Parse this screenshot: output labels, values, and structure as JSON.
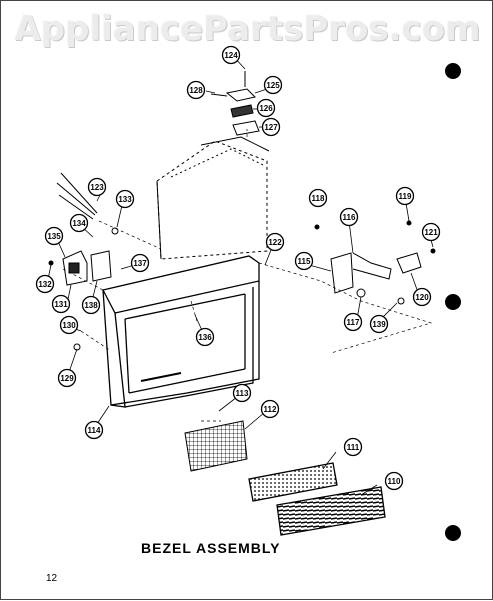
{
  "watermark": "AppliancePartsPros.com",
  "title": "BEZEL ASSEMBLY",
  "page_number": "12",
  "callouts": [
    "110",
    "111",
    "112",
    "113",
    "114",
    "115",
    "116",
    "117",
    "118",
    "119",
    "120",
    "121",
    "122",
    "123",
    "124",
    "125",
    "126",
    "127",
    "128",
    "129",
    "130",
    "131",
    "132",
    "133",
    "134",
    "135",
    "136",
    "137",
    "138",
    "139"
  ]
}
